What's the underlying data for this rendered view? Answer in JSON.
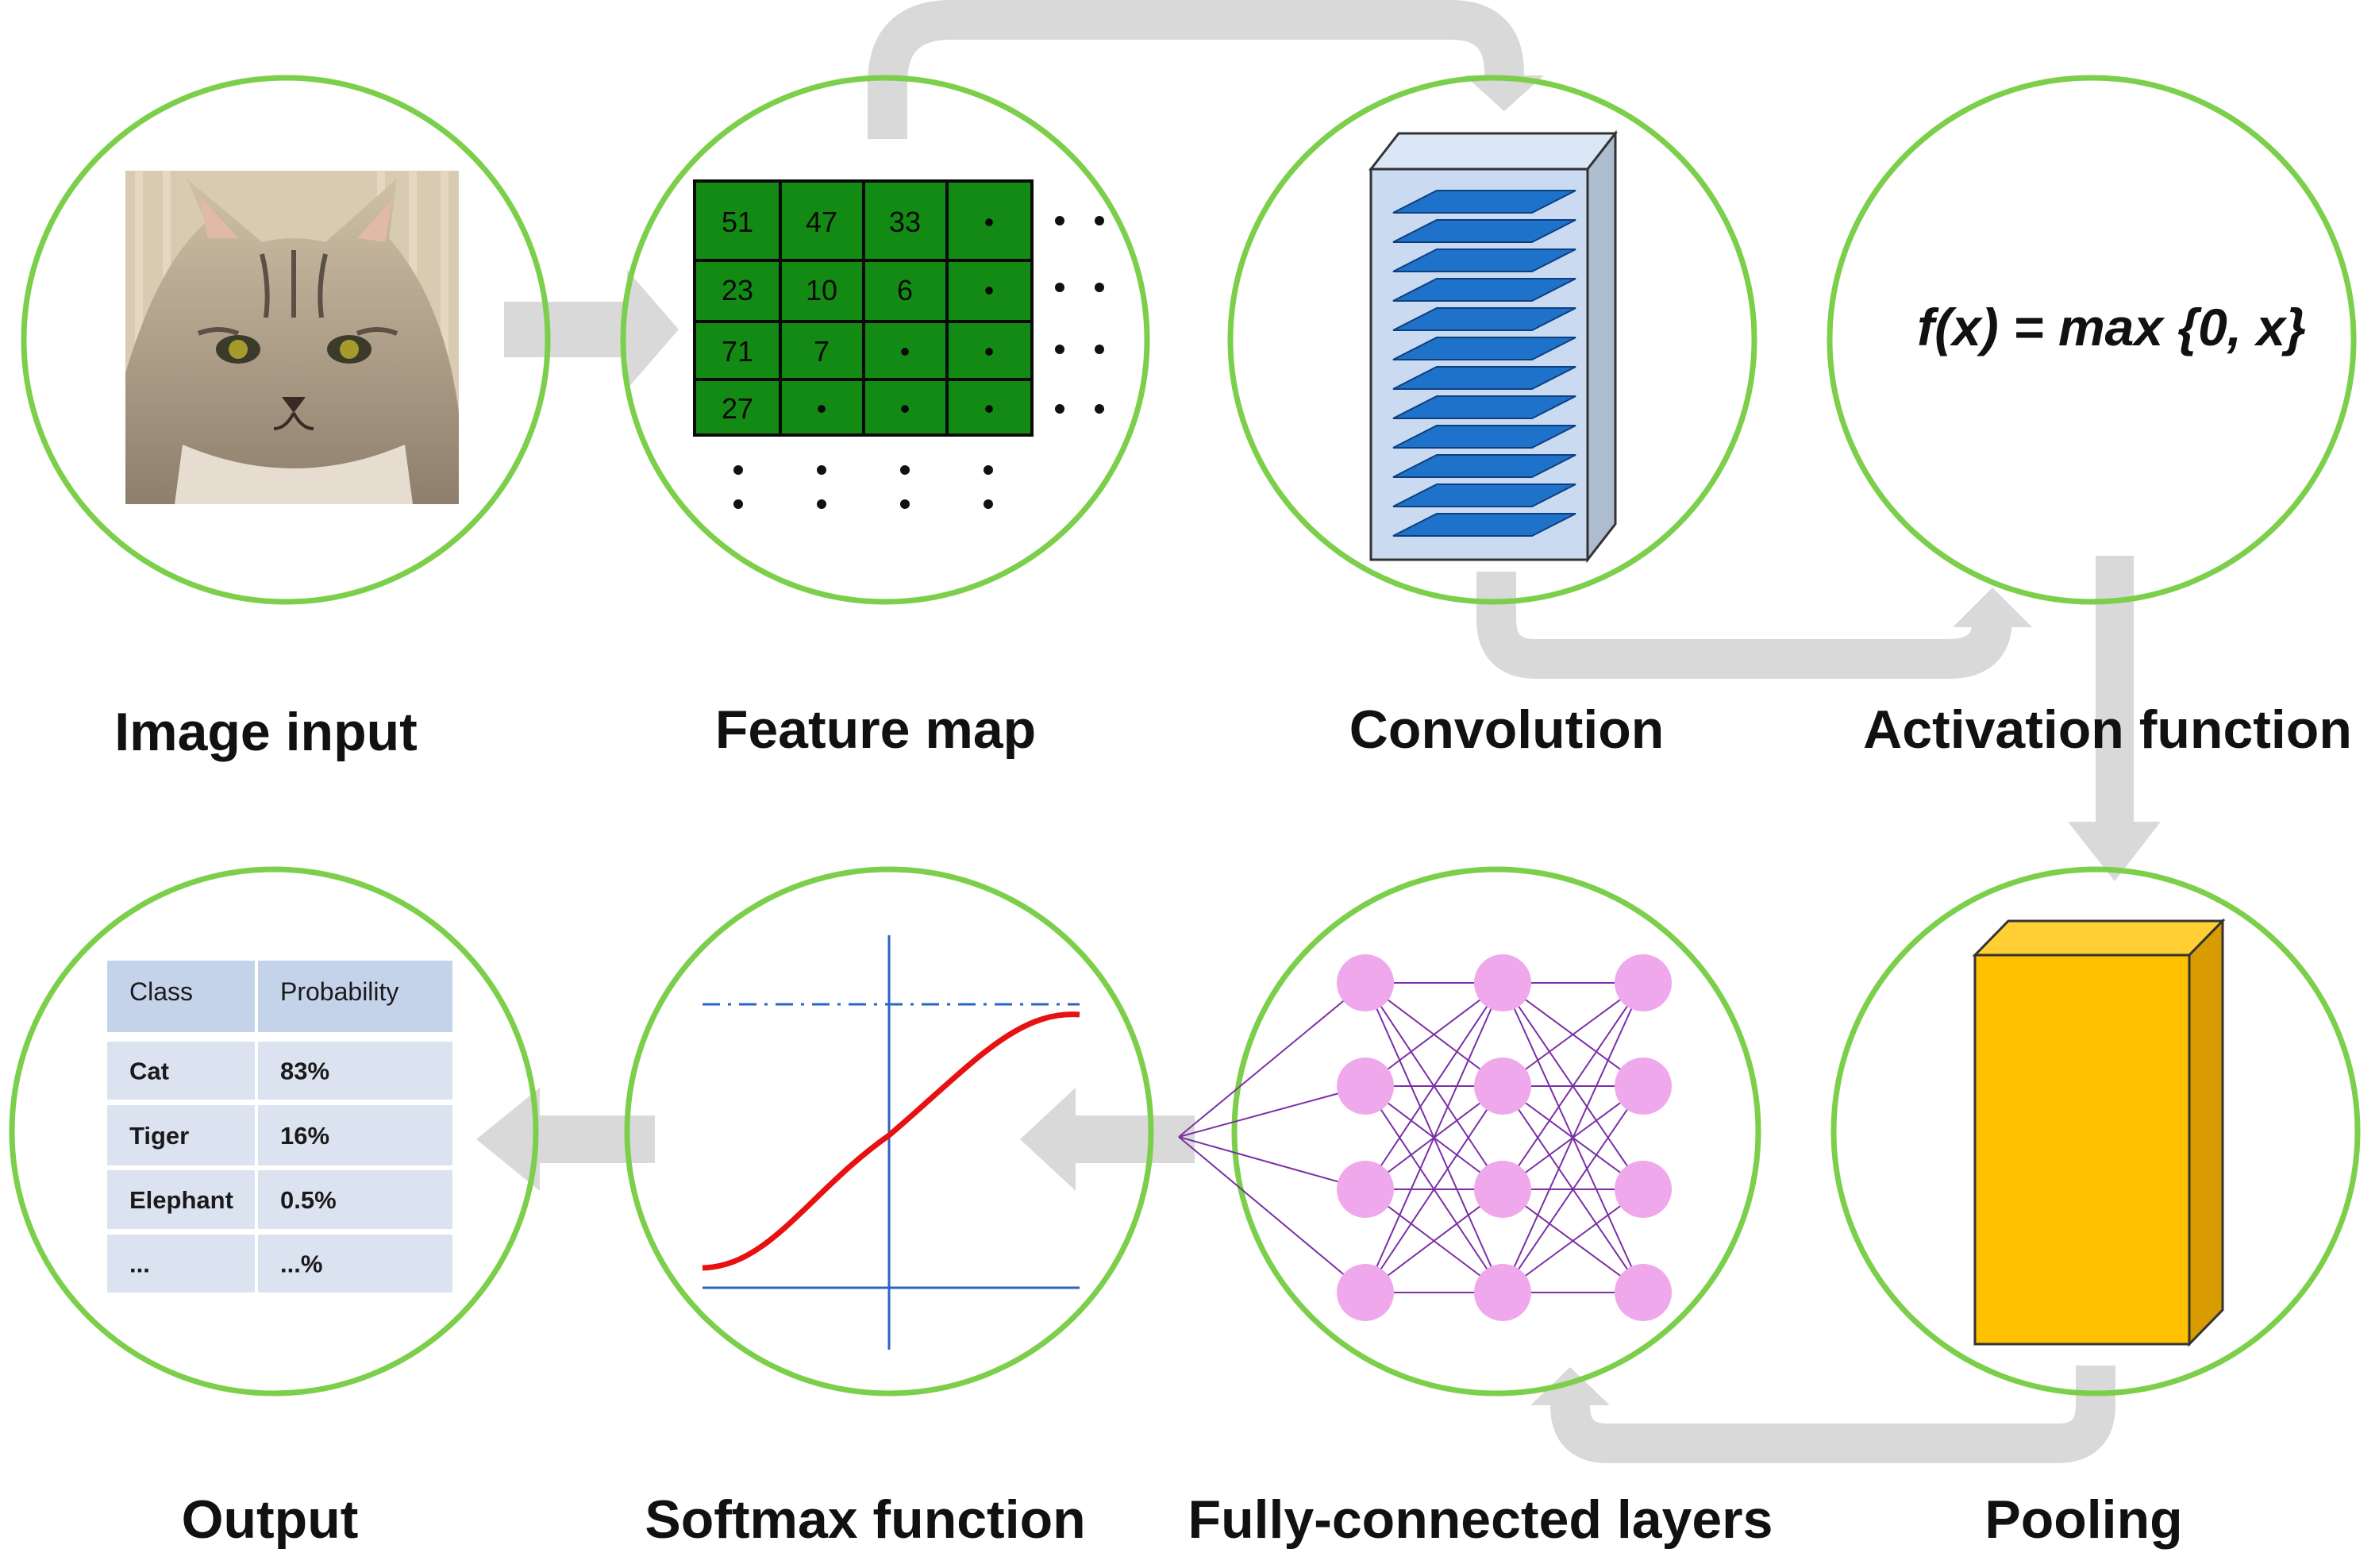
{
  "colors": {
    "circle_stroke": "#7ccf4a",
    "flow_arrow": "#d9d9d9",
    "feature_grid": "#138a13",
    "conv_layer": "#1f72c9",
    "conv_box": "#c9daf1",
    "pool_front": "#ffc000",
    "pool_side": "#d99c00",
    "neuron": "#f0a8ec",
    "connection": "#7b2fa6",
    "sigmoid": "#e81010",
    "axis": "#2a64c2",
    "table_header": "#c5d3ea",
    "table_row": "#dbe3f1"
  },
  "stages": [
    {
      "label": "Image input"
    },
    {
      "label": "Feature map"
    },
    {
      "label": "Convolution"
    },
    {
      "label": "Activation function"
    },
    {
      "label": "Pooling"
    },
    {
      "label": "Fully-connected layers"
    },
    {
      "label": "Softmax function"
    },
    {
      "label": "Output"
    }
  ],
  "feature_map": {
    "cells": [
      [
        "51",
        "47",
        "33",
        "•"
      ],
      [
        "23",
        "10",
        "6",
        "•"
      ],
      [
        "71",
        "7",
        "•",
        "•"
      ],
      [
        "27",
        "•",
        "•",
        "•"
      ]
    ],
    "ellipsis": "• •"
  },
  "activation": {
    "formula": "f(x) = max {0, x}"
  },
  "output_table": {
    "headers": [
      "Class",
      "Probability"
    ],
    "rows": [
      [
        "Cat",
        "83%"
      ],
      [
        "Tiger",
        "16%"
      ],
      [
        "Elephant",
        "0.5%"
      ],
      [
        "...",
        "...%"
      ]
    ]
  },
  "network": {
    "layer_sizes": [
      4,
      4,
      4
    ]
  },
  "icons": {
    "input_image": "cat-photo-icon"
  }
}
